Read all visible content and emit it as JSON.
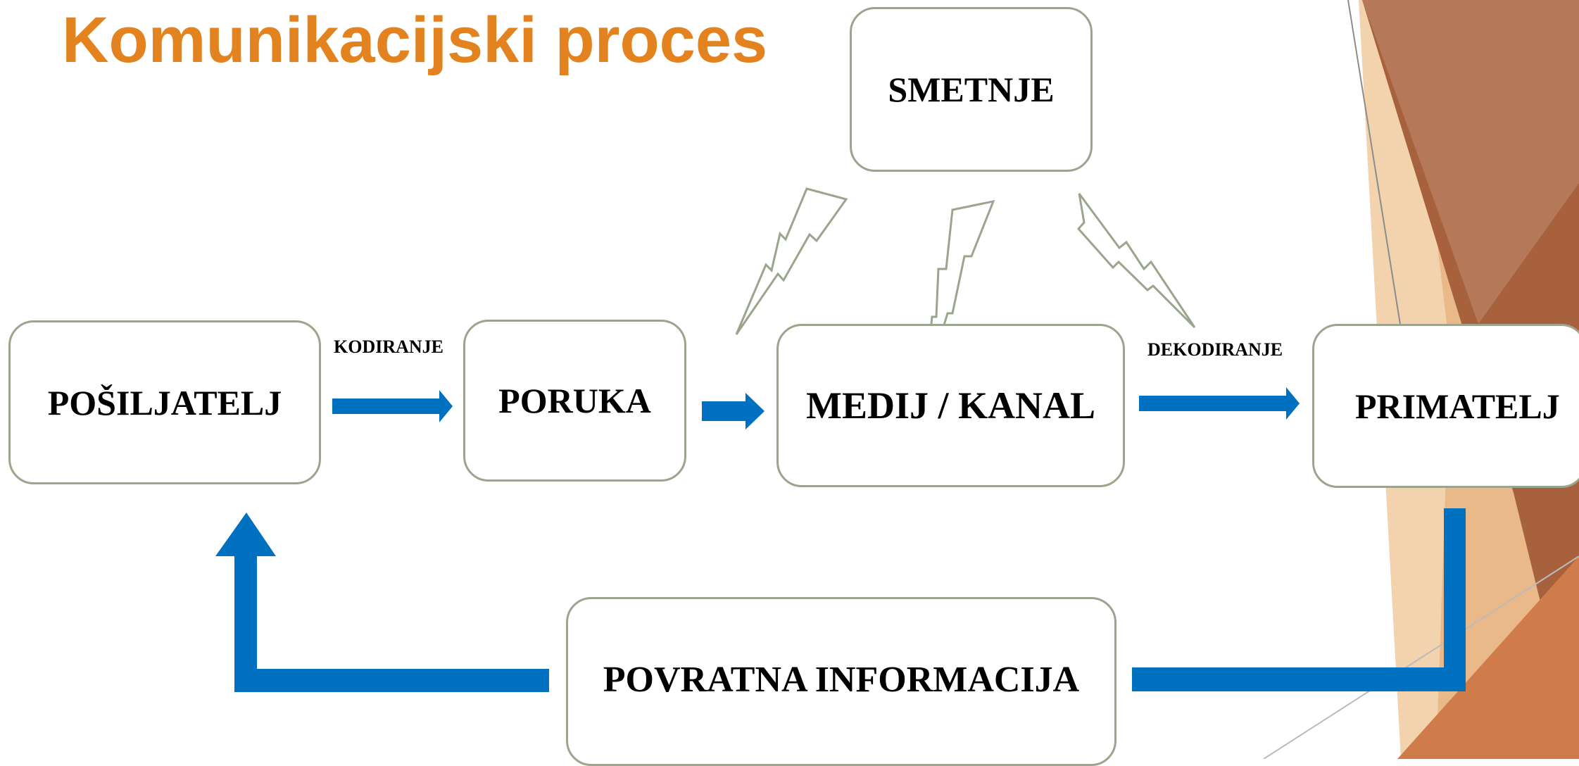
{
  "title": "Komunikacijski proces",
  "nodes": {
    "smetnje": "SMETNJE",
    "posiljatelj": "POŠILJATELJ",
    "poruka": "PORUKA",
    "medij": "MEDIJ / KANAL",
    "primatelj": "PRIMATELJ",
    "povratna": "POVRATNA INFORMACIJA"
  },
  "edge_labels": {
    "kodiranje": "KODIRANJE",
    "dekodiranje": "DEKODIRANJE"
  },
  "colors": {
    "title": "#E3831F",
    "arrow": "#0070C0",
    "box_border": "#9BA58E",
    "decor_dark": "#A8613D",
    "decor_light": "#F1C99B"
  }
}
